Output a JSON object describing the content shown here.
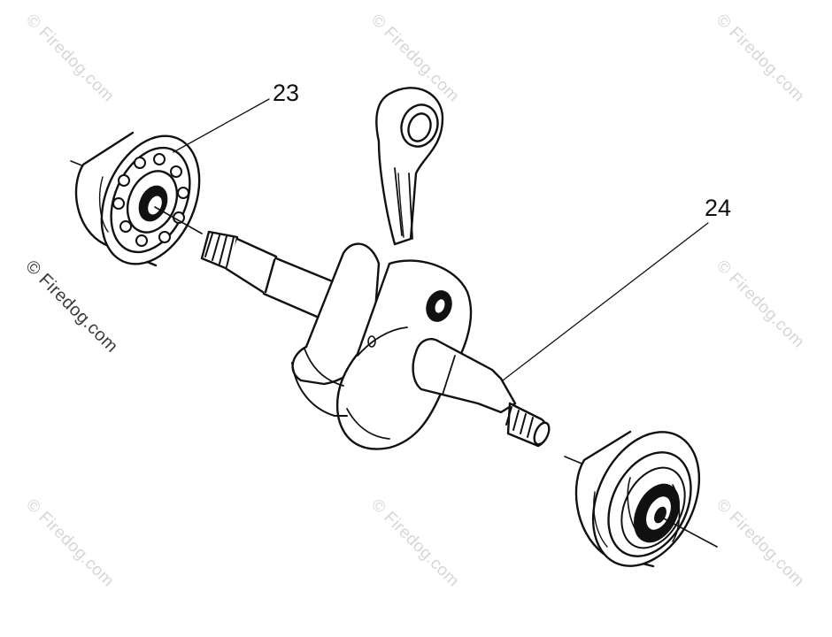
{
  "callouts": {
    "part_23": "23",
    "part_24": "24"
  },
  "watermarks": {
    "text": "© Firedog.com"
  },
  "parts": {
    "bearing_left_icon": "ball-bearing",
    "bearing_right_icon": "ball-bearing",
    "crankshaft_icon": "crankshaft-with-connecting-rod"
  },
  "colors": {
    "line": "#111111",
    "watermark_light": "#d6d6d6",
    "watermark_dark": "#3a3a3a",
    "background": "#ffffff"
  }
}
